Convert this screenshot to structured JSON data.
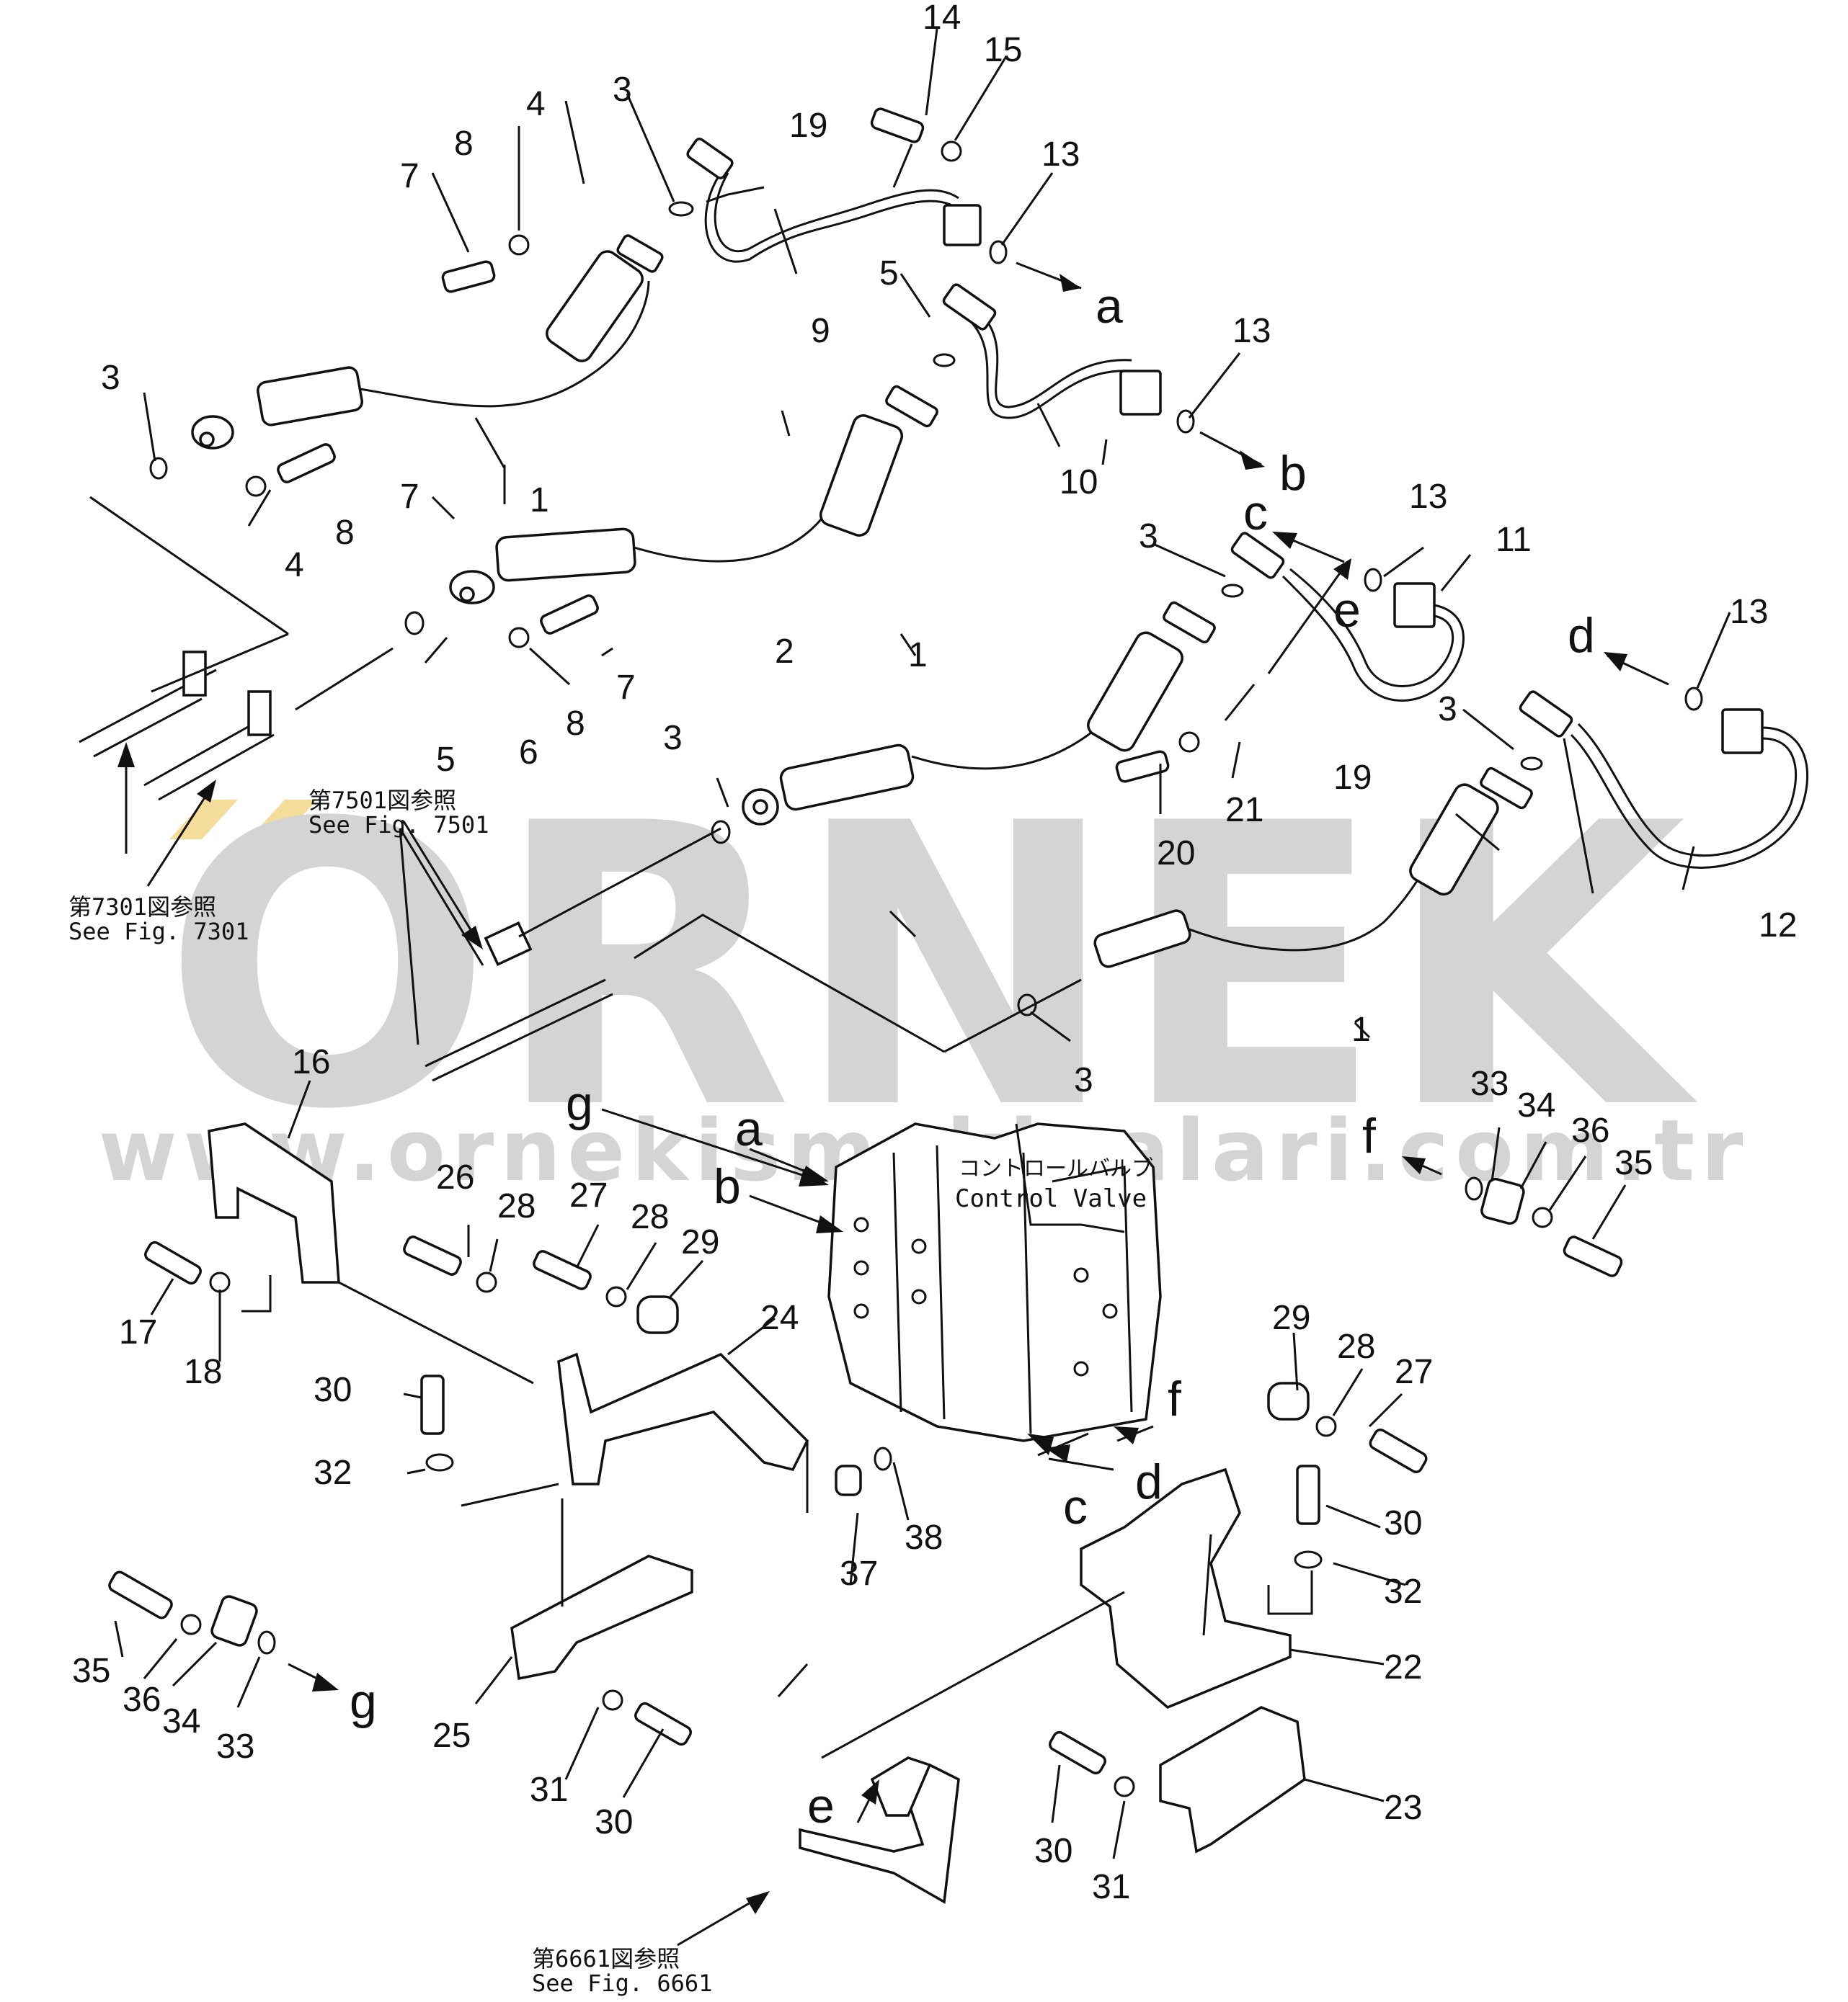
{
  "watermark": {
    "brand": "ORNEK",
    "url": "www.ornekismakinalari.com.tr",
    "text_color": "#d4d4d4",
    "accent_color": "#f4dc9a"
  },
  "diagram": {
    "callouts": [
      "1",
      "1",
      "1",
      "2",
      "3",
      "3",
      "3",
      "3",
      "3",
      "3",
      "4",
      "4",
      "5",
      "5",
      "6",
      "7",
      "7",
      "7",
      "8",
      "8",
      "8",
      "9",
      "10",
      "11",
      "12",
      "13",
      "13",
      "13",
      "13",
      "14",
      "15",
      "16",
      "17",
      "18",
      "19",
      "19",
      "20",
      "21",
      "22",
      "23",
      "24",
      "25",
      "26",
      "27",
      "27",
      "28",
      "28",
      "28",
      "29",
      "29",
      "30",
      "30",
      "30",
      "30",
      "31",
      "31",
      "32",
      "32",
      "33",
      "33",
      "34",
      "34",
      "35",
      "35",
      "36",
      "36",
      "37",
      "38"
    ],
    "connection_letters": [
      "a",
      "a",
      "b",
      "b",
      "c",
      "c",
      "d",
      "d",
      "e",
      "e",
      "f",
      "f",
      "g",
      "g"
    ],
    "references": [
      {
        "jp": "第7501図参照",
        "en": "See  Fig. 7501"
      },
      {
        "jp": "第7301図参照",
        "en": "See  Fig. 7301"
      },
      {
        "jp": "第6661図参照",
        "en": "See  Fig. 6661"
      }
    ],
    "control_valve": {
      "jp": "コントロールバルブ",
      "en": "Control  Valve"
    }
  }
}
